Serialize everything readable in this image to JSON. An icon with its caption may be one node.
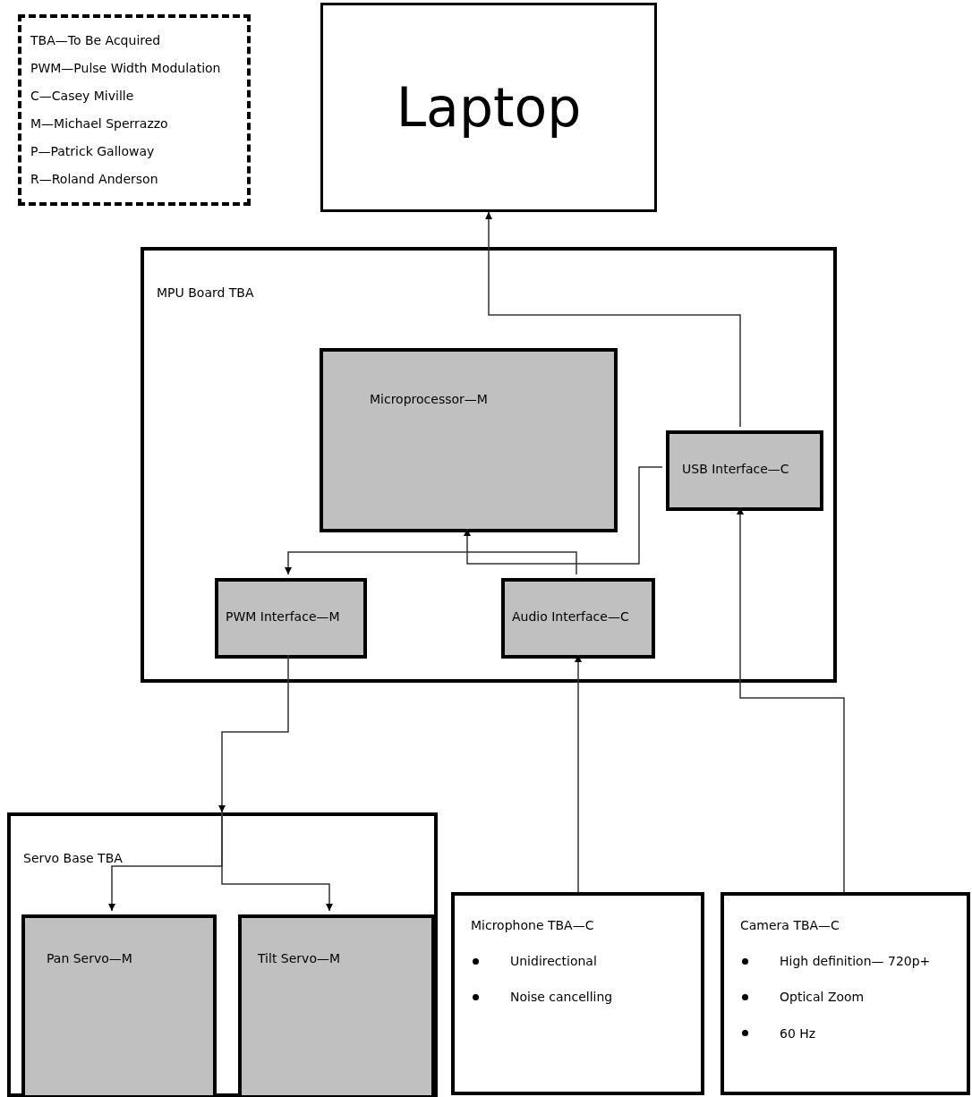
{
  "diagram": {
    "nodes": [
      {
        "text": [
          "TBA—To Be Acquired",
          "PWM—Pulse Width Modulation",
          "C—Casey Miville",
          "M—Michael Sperrazzo",
          "P—Patrick Galloway",
          "R—Roland Anderson"
        ]
      },
      {
        "text": [
          "Laptop"
        ]
      },
      {
        "text": [
          "MPU Board TBA"
        ]
      },
      {
        "text": [
          "Microprocessor—M"
        ],
        "in": 2
      },
      {
        "text": [
          "USB Interface—C"
        ],
        "in": 2
      },
      {
        "text": [
          "PWM Interface—M"
        ],
        "in": 2
      },
      {
        "text": [
          "Audio Interface—C"
        ],
        "in": 2
      },
      {
        "text": [
          "Servo Base TBA"
        ]
      },
      {
        "text": [
          "Pan Servo—M"
        ],
        "in": 7
      },
      {
        "text": [
          "Tilt Servo—M"
        ],
        "in": 7
      },
      {
        "text": [
          "Microphone TBA—C",
          "Unidirectional",
          "Noise cancelling"
        ]
      },
      {
        "text": [
          "Camera TBA—C",
          "High definition— 720p+",
          "Optical Zoom",
          "60 Hz"
        ]
      }
    ],
    "edges": [
      {
        "from": 4,
        "to": 1,
        "arrow": "to"
      },
      {
        "from": 11,
        "to": 4,
        "arrow": "to"
      },
      {
        "from": 4,
        "to": 3,
        "arrow": "to"
      },
      {
        "from": 6,
        "to": 5,
        "arrow": "to"
      },
      {
        "from": 10,
        "to": 6,
        "arrow": "to"
      },
      {
        "from": 5,
        "to": 7,
        "arrow": "to"
      },
      {
        "from": 7,
        "to": 8,
        "arrow": "to"
      },
      {
        "from": 7,
        "to": 9,
        "arrow": "to"
      }
    ]
  }
}
